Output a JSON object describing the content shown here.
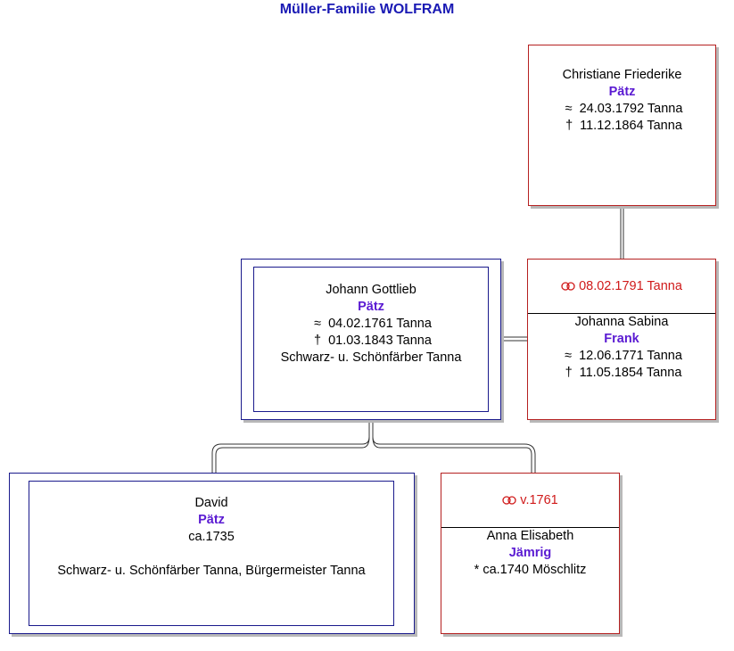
{
  "title": "Müller-Familie WOLFRAM",
  "colors": {
    "title": "#1a1ab4",
    "surname": "#5a1ad2",
    "marriage": "#d01a1a",
    "female_border": "#b52020",
    "male_border": "#1a1a8c"
  },
  "persons": {
    "christiane": {
      "given": "Christiane Friederike",
      "surname": "Pätz",
      "baptism_symbol": "≈",
      "baptism": "24.03.1792 Tanna",
      "death_symbol": "†",
      "death": "11.12.1864 Tanna"
    },
    "johann": {
      "given": "Johann Gottlieb",
      "surname": "Pätz",
      "baptism_symbol": "≈",
      "baptism": "04.02.1761 Tanna",
      "death_symbol": "†",
      "death": "01.03.1843 Tanna",
      "occupation": "Schwarz- u. Schönfärber Tanna"
    },
    "johanna": {
      "marriage": "08.02.1791 Tanna",
      "given": "Johanna Sabina",
      "surname": "Frank",
      "baptism_symbol": "≈",
      "baptism": "12.06.1771 Tanna",
      "death_symbol": "†",
      "death": "11.05.1854 Tanna"
    },
    "david": {
      "given": "David",
      "surname": "Pätz",
      "birth": "ca.1735",
      "occupation": "Schwarz- u. Schönfärber Tanna, Bürgermeister Tanna"
    },
    "anna": {
      "marriage": "v.1761",
      "given": "Anna Elisabeth",
      "surname": "Jämrig",
      "birth_symbol": "*",
      "birth": "ca.1740 Möschlitz"
    }
  }
}
